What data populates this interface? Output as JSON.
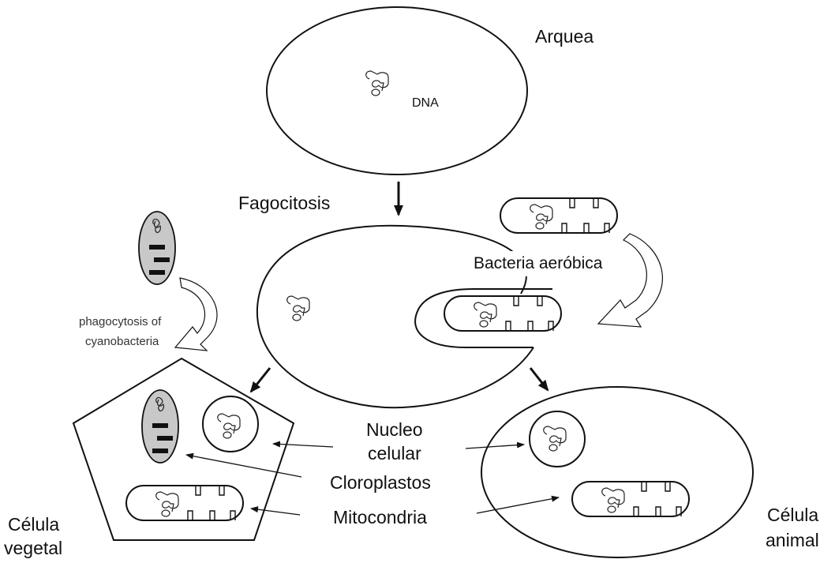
{
  "labels": {
    "arquea": "Arquea",
    "dna": "DNA",
    "fagocitosis": "Fagocitosis",
    "bacteria_aerobica": "Bacteria aeróbica",
    "phagocytosis_line1": "phagocytosis of",
    "phagocytosis_line2": "cyanobacteria",
    "nucleo_line1": "Nucleo",
    "nucleo_line2": "celular",
    "cloroplastos": "Cloroplastos",
    "mitocondria": "Mitocondria",
    "celula_vegetal_line1": "Célula",
    "celula_vegetal_line2": "vegetal",
    "celula_animal_line1": "Célula",
    "celula_animal_line2": "animal"
  },
  "colors": {
    "stroke": "#111111",
    "cyanobacteria_fill": "#c8c8c8",
    "background": "#ffffff"
  }
}
